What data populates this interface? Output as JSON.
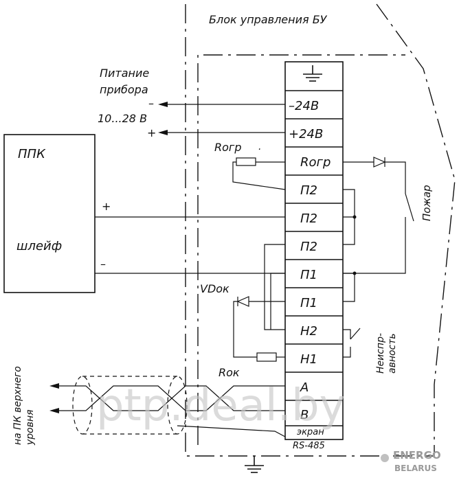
{
  "title": "Блок управления БУ",
  "power": {
    "label_line1": "Питание",
    "label_line2": "прибора",
    "range": "10...28 В",
    "minus": "–",
    "plus": "+"
  },
  "ppk": {
    "name": "ППК",
    "loop": "шлейф",
    "plus": "+",
    "minus": "–"
  },
  "terminals": [
    {
      "label": ""
    },
    {
      "label": "–24В"
    },
    {
      "label": "+24В"
    },
    {
      "label": "Rогр"
    },
    {
      "label": "П2"
    },
    {
      "label": "П2"
    },
    {
      "label": "П2"
    },
    {
      "label": "П1"
    },
    {
      "label": "П1"
    },
    {
      "label": "Н2"
    },
    {
      "label": "Н1"
    },
    {
      "label": "A"
    },
    {
      "label": "B"
    }
  ],
  "screen_label": {
    "line1": "экран",
    "line2": "RS-485"
  },
  "components": {
    "r_limit": "Rогр",
    "r_limit_dot": ".",
    "vd": "VDок",
    "r_ok": "Rок"
  },
  "relays": {
    "fire": "Пожар",
    "fault_line1": "Неиспр-",
    "fault_line2": "авность"
  },
  "upper_level": {
    "line1": "на ПК верхнего",
    "line2": "уровня"
  },
  "watermark": "ptp.deal.by",
  "brand": {
    "line1": "ENERGO",
    "line2": "BELARUS"
  },
  "colors": {
    "ink": "#111111",
    "watermark": "#c8c8c8",
    "brand": "#9a9a9a"
  }
}
